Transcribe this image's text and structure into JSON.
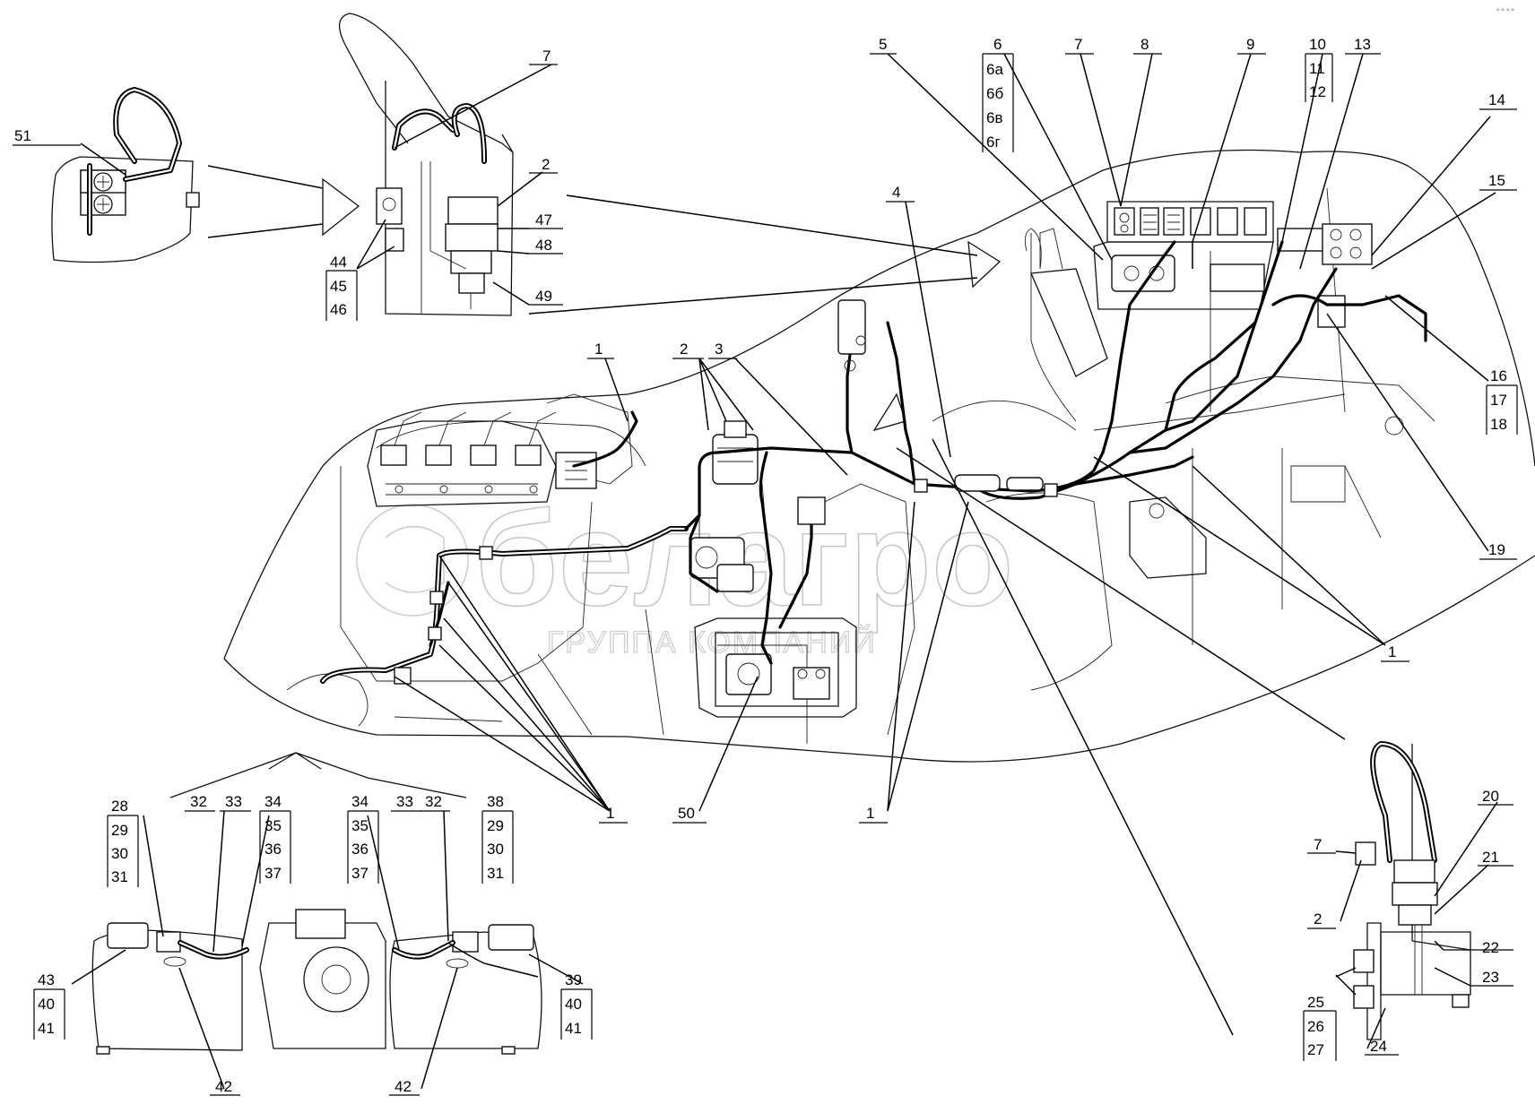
{
  "watermark": {
    "brand": "белагро",
    "subtitle": "ГРУППА КОМПАНИЙ"
  },
  "corner_mark": "°°°°",
  "callouts": {
    "c1a": "1",
    "c1b": "1",
    "c1c": "1",
    "c1d": "1",
    "c2a": "2",
    "c2b": "2",
    "c2c": "2",
    "c3": "3",
    "c4": "4",
    "c5": "5",
    "c6": "6",
    "c6a": "6а",
    "c6b": "6б",
    "c6v": "6в",
    "c6g": "6г",
    "c7a": "7",
    "c7b": "7",
    "c7c": "7",
    "c8": "8",
    "c9": "9",
    "c10": "10",
    "c11": "11",
    "c12": "12",
    "c13": "13",
    "c14": "14",
    "c15": "15",
    "c16": "16",
    "c17": "17",
    "c18": "18",
    "c19": "19",
    "c20": "20",
    "c21": "21",
    "c22": "22",
    "c23": "23",
    "c24": "24",
    "c25": "25",
    "c26": "26",
    "c27": "27",
    "c28": "28",
    "c29a": "29",
    "c29b": "29",
    "c30a": "30",
    "c30b": "30",
    "c31a": "31",
    "c31b": "31",
    "c32a": "32",
    "c32b": "32",
    "c33a": "33",
    "c33b": "33",
    "c34a": "34",
    "c34b": "34",
    "c35a": "35",
    "c35b": "35",
    "c36a": "36",
    "c36b": "36",
    "c37a": "37",
    "c37b": "37",
    "c38": "38",
    "c39": "39",
    "c40a": "40",
    "c40b": "40",
    "c41a": "41",
    "c41b": "41",
    "c42a": "42",
    "c42b": "42",
    "c43": "43",
    "c44": "44",
    "c45": "45",
    "c46": "46",
    "c47": "47",
    "c48": "48",
    "c49": "49",
    "c50": "50",
    "c51": "51"
  }
}
